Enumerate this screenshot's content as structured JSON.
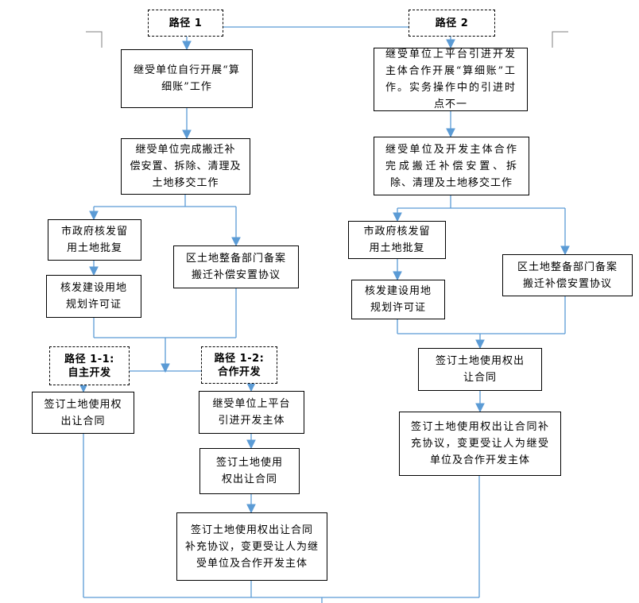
{
  "routes": {
    "route1": "路径 1",
    "route2": "路径 2",
    "route1_1": "路径 1-1:\n自主开发",
    "route1_2": "路径 1-2:\n合作开发"
  },
  "left": {
    "step1": "继受单位自行开展“算\n细账”工作",
    "step2": "继受单位完成搬迁补\n偿安置、拆除、清理及\n土地移交工作",
    "city_approval": "市政府核发留\n用土地批复",
    "district_record": "区土地整备部门备案\n搬迁补偿安置协议",
    "permit": "核发建设用地\n规划许可证",
    "sign_self": "签订土地使用权\n出让合同",
    "introduce_partner": "继受单位上平台\n引进开发主体",
    "sign_coop": "签订土地使用\n权出让合同",
    "supplement": "签订土地使用权出让合同\n补充协议，变更受让人为继\n受单位及合作开发主体"
  },
  "right": {
    "step1": "继受单位上平台引进开发主体合作开展“算细账”工作。实务操作中的引进时点不一",
    "step2": "继受单位及开发主体合作完成搬迁补偿安置、拆除、清理及土地移交工作",
    "city_approval": "市政府核发留\n用土地批复",
    "district_record": "区土地整备部门备案\n搬迁补偿安置协议",
    "permit": "核发建设用地\n规划许可证",
    "sign_contract": "签订土地使用权出\n让合同",
    "supplement": "签订土地使用权出让合同补充协议，变更受让人为继受单位及合作开发主体"
  },
  "colors": {
    "connector": "#5b9bd5",
    "box_border": "#000000",
    "corner_mark": "#7f7f7f"
  }
}
